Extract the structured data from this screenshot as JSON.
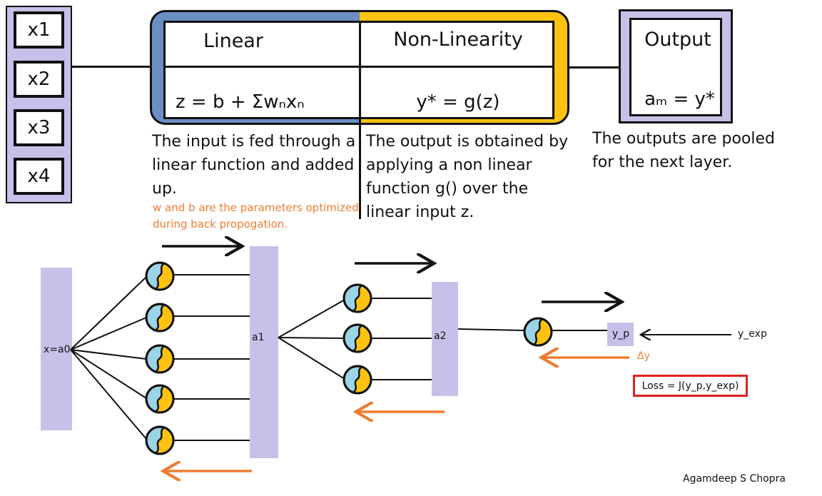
{
  "inputs": [
    "x1",
    "x2",
    "x3",
    "x4"
  ],
  "neuron": {
    "linear_header": "Linear",
    "nonlinear_header": "Non-Linearity",
    "linear_eq": "z = b + Σwₙxₙ",
    "nonlinear_eq": "y* = g(z)"
  },
  "output": {
    "header": "Output",
    "eq": "aₘ = y*"
  },
  "descriptions": {
    "linear": "The input is fed through a linear function and added up.",
    "linear_note": "w and b are the parameters optimized during back propogation.",
    "nonlinear": "The output is obtained by applying a non linear function g() over the linear input z.",
    "output": "The outputs are pooled for the next layer."
  },
  "network": {
    "layer0": "x=a0",
    "layer1": "a1",
    "layer2": "a2",
    "prediction": "y_p",
    "expected": "y_exp",
    "delta": "Δy",
    "loss": "Loss = J(y_p,y_exp)"
  },
  "author": "Agamdeep S Chopra",
  "colors": {
    "neuron_blue": "#6a8fc4",
    "neuron_yellow": "#ffc20e",
    "neuron_cyan": "#9ad4e6",
    "layer_purple": "#c8c0e8",
    "backprop_orange": "#ee7d31",
    "loss_red": "#e02020"
  }
}
